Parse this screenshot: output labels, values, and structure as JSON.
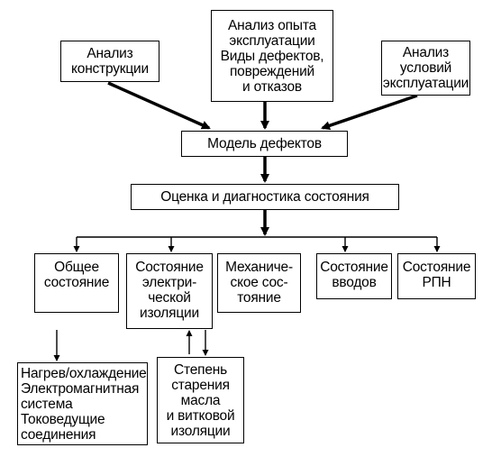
{
  "nodes": {
    "konstr": {
      "text": "Анализ\nконструкции"
    },
    "opyt": {
      "text": "Анализ опыта\nэксплуатации\nВиды дефектов,\nповреждений\nи отказов"
    },
    "usl": {
      "text": "Анализ\nусловий\nэксплуатации"
    },
    "model": {
      "text": "Модель дефектов"
    },
    "ocenka": {
      "text": "Оценка и диагностика состояния"
    },
    "obshchee": {
      "text": "Общее\nсостояние"
    },
    "izol": {
      "text": "Состояние\nэлектри-\nческой\nизоляции"
    },
    "mekh": {
      "text": "Механиче-\nское сос-\nтояние"
    },
    "vvod": {
      "text": "Состояние\nвводов"
    },
    "rpn": {
      "text": "Состояние\nРПН"
    },
    "nagrev": {
      "text": "Нагрев/охлаждение\nЭлектромагнитная\nсистема\nТоковедущие\nсоединения"
    },
    "starenie": {
      "text": "Степень\nстарения\nмасла\nи витковой\nизоляции"
    }
  },
  "colors": {
    "line": "#000000",
    "box_border": "#000000",
    "background": "#ffffff"
  }
}
